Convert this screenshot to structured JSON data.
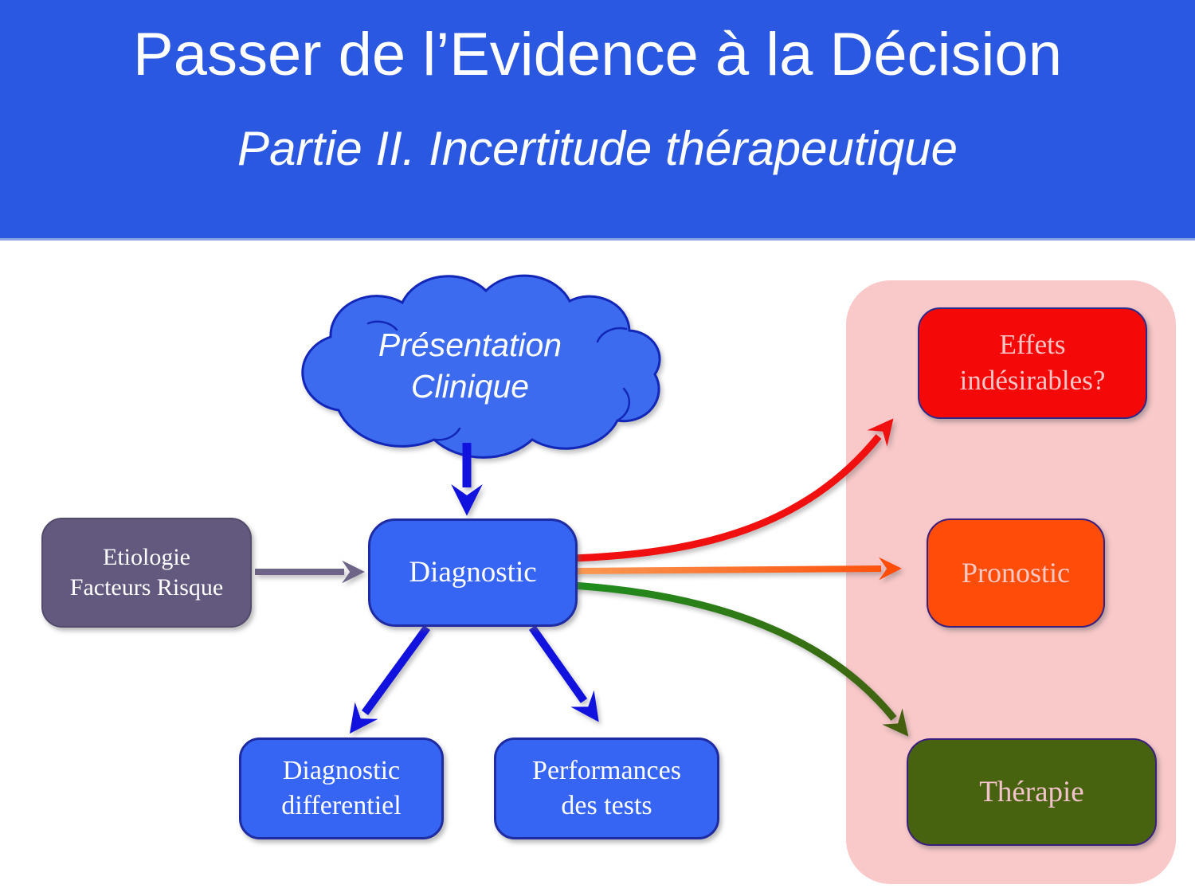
{
  "slide": {
    "title": "Passer de l’Evidence à la Décision",
    "subtitle": "Partie II. Incertitude thérapeutique",
    "banner_color": "#2B58E1",
    "background": "#FFFFFF"
  },
  "cloud": {
    "line1": "Présentation",
    "line2": "Clinique",
    "fill": "#3D6BF0",
    "border": "#1226B8",
    "text_color": "#FFFFFF"
  },
  "nodes": {
    "etiologie": {
      "line1": "Etiologie",
      "line2": "Facteurs Risque",
      "fill": "#63597F",
      "text_color": "#FFFFFF"
    },
    "diagnostic": {
      "label": "Diagnostic",
      "fill": "#3765F3",
      "border": "#1E2BA2",
      "text_color": "#FFFFFF"
    },
    "diagnostic_differentiel": {
      "line1": "Diagnostic",
      "line2": "differentiel",
      "fill": "#3765F3",
      "text_color": "#FFFFFF"
    },
    "performances_des_tests": {
      "line1": "Performances",
      "line2": "des tests",
      "fill": "#3765F3",
      "text_color": "#FFFFFF"
    },
    "effets_indesirables": {
      "line1": "Effets",
      "line2": "indésirables?",
      "fill": "#F50808",
      "text_color": "#F6C6C6"
    },
    "pronostic": {
      "label": "Pronostic",
      "fill": "#FD4D08",
      "text_color": "#F9C8C4"
    },
    "therapie": {
      "label": "Thérapie",
      "fill": "#48630F",
      "text_color": "#F2C3CB"
    }
  },
  "panel": {
    "fill": "#F9C8C9"
  },
  "arrows": {
    "blue": "#1212DE",
    "gray": "#6E6488",
    "red": "#F01010",
    "orange_start": "#FA9A55",
    "orange_end": "#FD4D08",
    "green_start": "#1E8E1E",
    "green_end": "#44600E"
  }
}
